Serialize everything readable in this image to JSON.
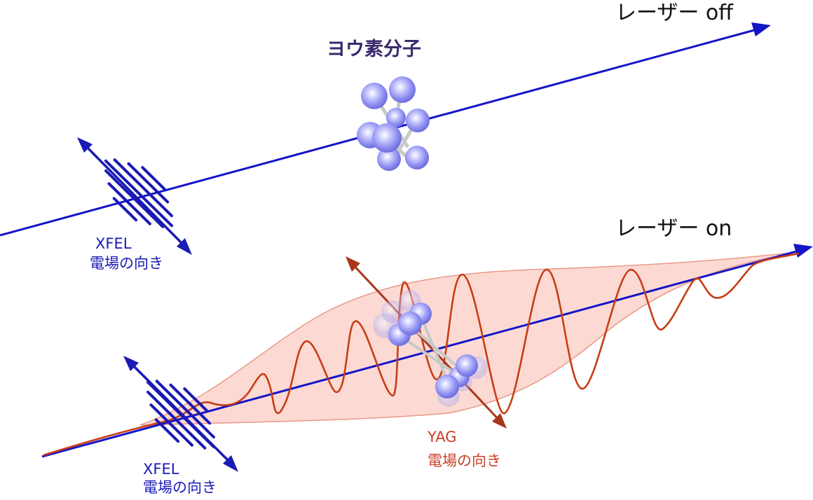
{
  "title": "XFEL probing of iodine molecules with YAG laser off/on",
  "labels": {
    "laser_off": "レーザー off",
    "laser_on": "レーザー on",
    "molecule": "ヨウ素分子",
    "xfel_top_line1": "XFEL",
    "xfel_top_line2": "電場の向き",
    "xfel_bottom_line1": "XFEL",
    "xfel_bottom_line2": "電場の向き",
    "yag_line1": "YAG",
    "yag_line2": "電場の向き"
  },
  "colors": {
    "beam_blue": "#1414c8",
    "xfel_blue": "#1a1ab4",
    "yag_orange": "#c83c14",
    "yag_arrow": "#a8371c",
    "envelope_fill": "#fbd3cb",
    "envelope_stroke": "#e89a88",
    "atom": "#8c8cf0",
    "bond": "#c8c8c8",
    "molecule_label": "#3a2a6e"
  },
  "panels": [
    {
      "name": "laser-off",
      "description": "XFEL pulse propagating toward randomly oriented iodine molecules"
    },
    {
      "name": "laser-on",
      "description": "YAG laser field aligns iodine molecules along its polarization while XFEL pulse propagates"
    }
  ]
}
